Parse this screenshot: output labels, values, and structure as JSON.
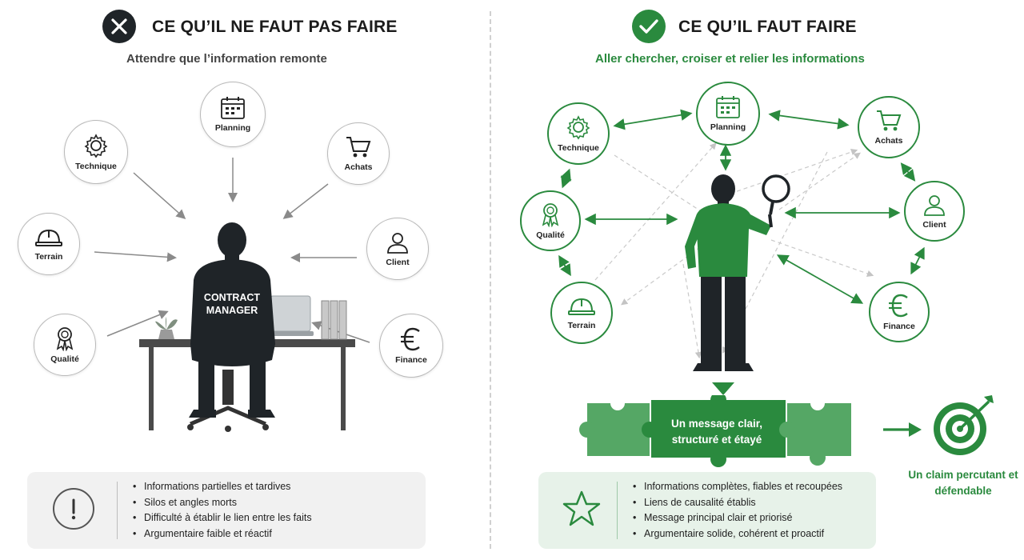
{
  "left": {
    "title": "CE QU’IL NE FAUT PAS FAIRE",
    "subtitle": "Attendre que l’information remonte",
    "nodes": {
      "planning": "Planning",
      "technique": "Technique",
      "achats": "Achats",
      "terrain": "Terrain",
      "client": "Client",
      "qualite": "Qualité",
      "finance": "Finance"
    },
    "manager_label": "CONTRACT MANAGER",
    "bullets": [
      "Informations partielles et tardives",
      "Silos et angles morts",
      "Difficulté à établir le lien entre les faits",
      "Argumentaire faible et réactif"
    ]
  },
  "right": {
    "title": "CE QU’IL FAUT FAIRE",
    "subtitle": "Aller chercher, croiser et relier les informations",
    "nodes": {
      "planning": "Planning",
      "technique": "Technique",
      "achats": "Achats",
      "qualite": "Qualité",
      "client": "Client",
      "terrain": "Terrain",
      "finance": "Finance"
    },
    "puzzle_text": "Un message clair, structuré et étayé",
    "result": "Un claim percutant et défendable",
    "bullets": [
      "Informations complètes, fiables et recoupées",
      "Liens de causalité établis",
      "Message principal clair et priorisé",
      "Argumentaire solide, cohérent et proactif"
    ]
  },
  "colors": {
    "green": "#2a8a3e",
    "dark": "#1f2428",
    "grey": "#8a8a8a"
  },
  "icons": [
    "close-icon",
    "check-icon",
    "calendar-icon",
    "gear-icon",
    "cart-icon",
    "helmet-icon",
    "user-icon",
    "award-icon",
    "euro-icon",
    "warning-icon",
    "star-icon",
    "target-icon",
    "magnifier-icon"
  ]
}
